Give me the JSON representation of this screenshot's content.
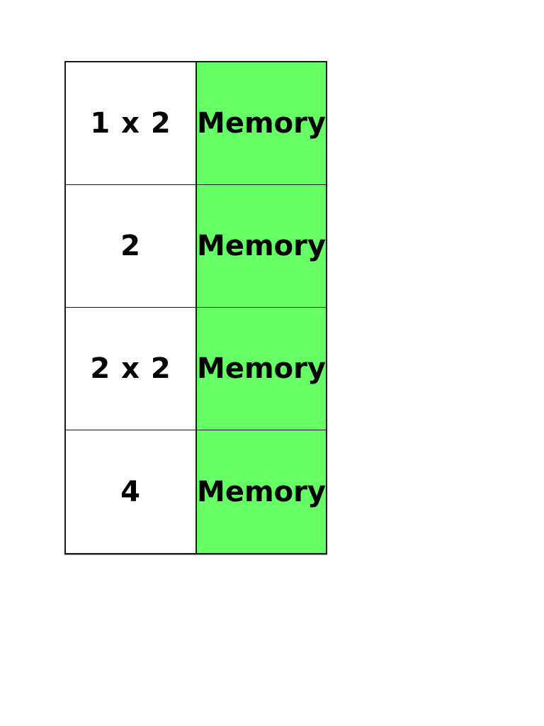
{
  "rows": [
    {
      "front": "1 x 2",
      "back": "Memory"
    },
    {
      "front": "2",
      "back": "Memory"
    },
    {
      "front": "2 x 2",
      "back": "Memory"
    },
    {
      "front": "4",
      "back": "Memory"
    }
  ],
  "colors": {
    "front_cell_background": "#FFFFFF",
    "back_cell_background": "#66FF66",
    "border": "#1C1C1C",
    "text": "#000000"
  }
}
